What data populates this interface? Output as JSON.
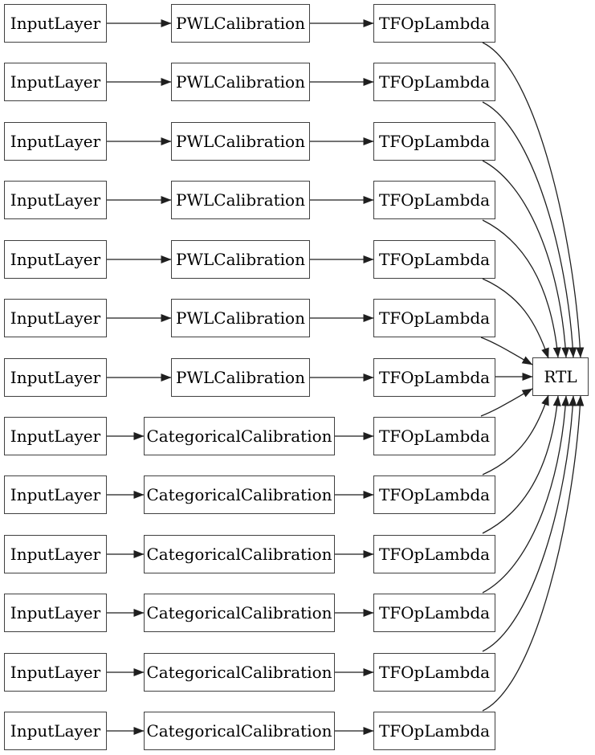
{
  "diagram": {
    "rows": [
      {
        "input": "InputLayer",
        "calibration": "PWLCalibration",
        "op": "TFOpLambda"
      },
      {
        "input": "InputLayer",
        "calibration": "PWLCalibration",
        "op": "TFOpLambda"
      },
      {
        "input": "InputLayer",
        "calibration": "PWLCalibration",
        "op": "TFOpLambda"
      },
      {
        "input": "InputLayer",
        "calibration": "PWLCalibration",
        "op": "TFOpLambda"
      },
      {
        "input": "InputLayer",
        "calibration": "PWLCalibration",
        "op": "TFOpLambda"
      },
      {
        "input": "InputLayer",
        "calibration": "PWLCalibration",
        "op": "TFOpLambda"
      },
      {
        "input": "InputLayer",
        "calibration": "PWLCalibration",
        "op": "TFOpLambda"
      },
      {
        "input": "InputLayer",
        "calibration": "CategoricalCalibration",
        "op": "TFOpLambda"
      },
      {
        "input": "InputLayer",
        "calibration": "CategoricalCalibration",
        "op": "TFOpLambda"
      },
      {
        "input": "InputLayer",
        "calibration": "CategoricalCalibration",
        "op": "TFOpLambda"
      },
      {
        "input": "InputLayer",
        "calibration": "CategoricalCalibration",
        "op": "TFOpLambda"
      },
      {
        "input": "InputLayer",
        "calibration": "CategoricalCalibration",
        "op": "TFOpLambda"
      },
      {
        "input": "InputLayer",
        "calibration": "CategoricalCalibration",
        "op": "TFOpLambda"
      }
    ],
    "output_node": "RTL",
    "colors": {
      "background": "#ffffff",
      "node_fill": "#ffffff",
      "node_border": "#404040",
      "edge": "#1f1f1f",
      "text": "#000000"
    }
  }
}
